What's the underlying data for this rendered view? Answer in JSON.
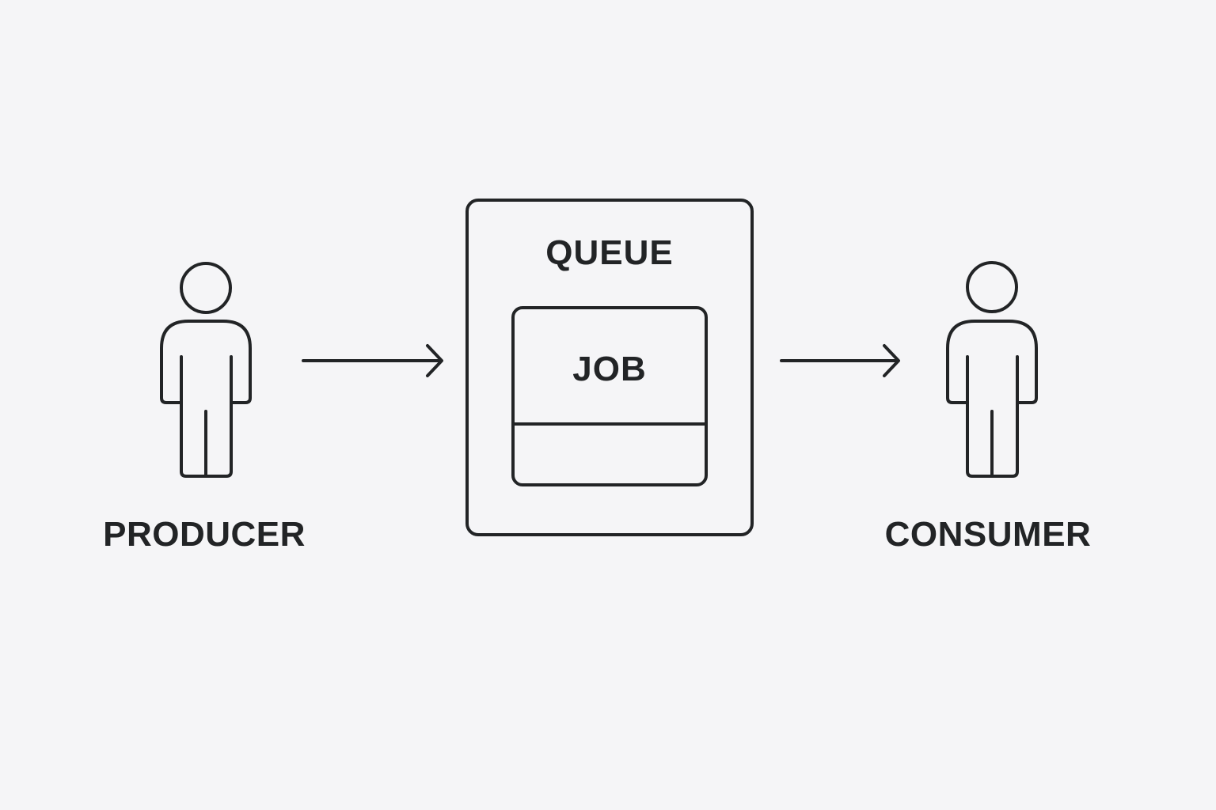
{
  "diagram": {
    "producer": {
      "label": "PRODUCER",
      "icon": "person-icon"
    },
    "queue": {
      "label": "QUEUE",
      "slots": [
        {
          "label": "JOB"
        },
        {
          "label": ""
        }
      ]
    },
    "consumer": {
      "label": "CONSUMER",
      "icon": "person-icon"
    },
    "edges": [
      {
        "from": "producer",
        "to": "queue"
      },
      {
        "from": "queue",
        "to": "consumer"
      }
    ]
  },
  "colors": {
    "background": "#f5f5f7",
    "stroke": "#222426"
  }
}
